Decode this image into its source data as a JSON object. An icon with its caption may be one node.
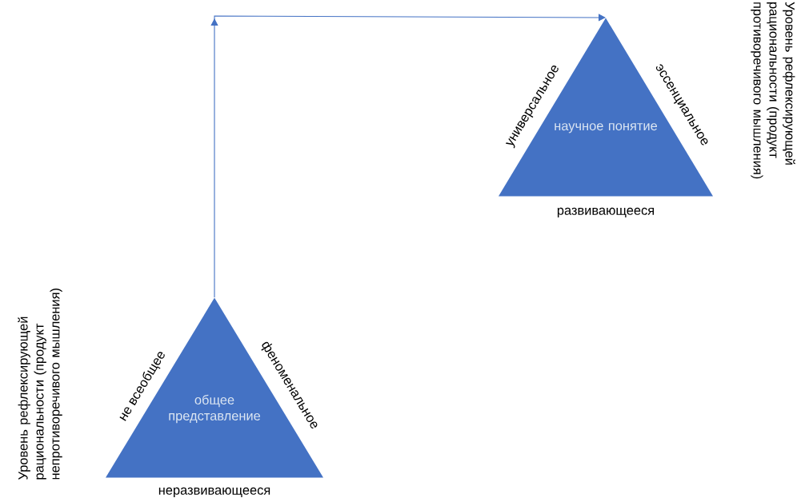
{
  "diagram": {
    "nodes": [
      {
        "text": [
          "общее представление"
        ],
        "beside": [
          "не всеобщее",
          "феноменальное",
          "неразвивающееся"
        ]
      },
      {
        "text": [
          "научное понятие"
        ],
        "beside": [
          "универсальное",
          "эссенциальное",
          "развивающееся"
        ]
      }
    ],
    "edges": [
      {
        "from": 0,
        "to": 1,
        "arrow": "to"
      }
    ],
    "labels": [
      "Уровень рефлексирующей рациональности (продукт непротиворечивого мышления)",
      "Уровень рефлексирующей рациональности (продукт противоречивого мышления)"
    ]
  }
}
